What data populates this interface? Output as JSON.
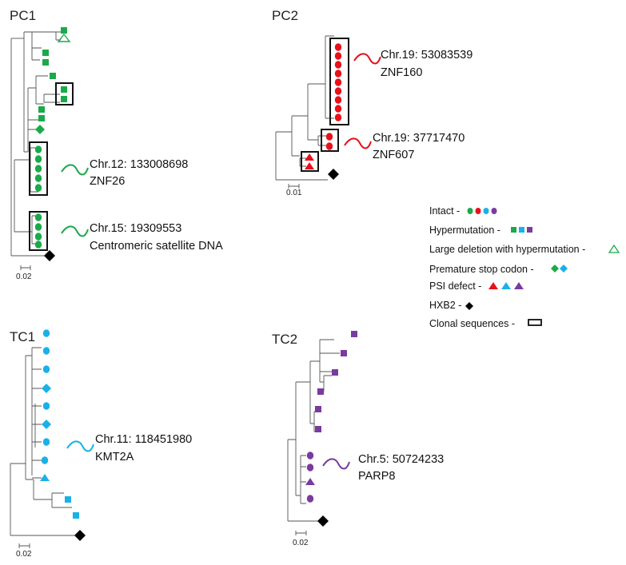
{
  "panels": {
    "pc1": {
      "title": "PC1",
      "scale": "0.02",
      "annotations": [
        {
          "chr": "Chr.12: 133008698",
          "gene": "ZNF26"
        },
        {
          "chr": "Chr.15: 19309553",
          "gene": "Centromeric satellite DNA"
        }
      ]
    },
    "pc2": {
      "title": "PC2",
      "scale": "0.01",
      "annotations": [
        {
          "chr": "Chr.19: 53083539",
          "gene": "ZNF160"
        },
        {
          "chr": "Chr.19: 37717470",
          "gene": "ZNF607"
        }
      ]
    },
    "tc1": {
      "title": "TC1",
      "scale": "0.02",
      "annotations": [
        {
          "chr": "Chr.11: 118451980",
          "gene": "KMT2A"
        }
      ]
    },
    "tc2": {
      "title": "TC2",
      "scale": "0.02",
      "annotations": [
        {
          "chr": "Chr.5: 50724233",
          "gene": "PARP8"
        }
      ]
    }
  },
  "legend": {
    "intact": "Intact -",
    "hypermutation": "Hypermutation -",
    "large_deletion": "Large deletion with hypermutation -",
    "premature_stop": "Premature stop codon -",
    "psi_defect": "PSI defect -",
    "hxb2": "HXB2 -",
    "clonal": "Clonal sequences -"
  },
  "colors": {
    "pc1": "#1aaa4a",
    "pc2": "#e8101a",
    "tc1": "#1ab0e8",
    "tc2": "#7a3aa0",
    "reference": "#000000",
    "branch": "#555555"
  }
}
